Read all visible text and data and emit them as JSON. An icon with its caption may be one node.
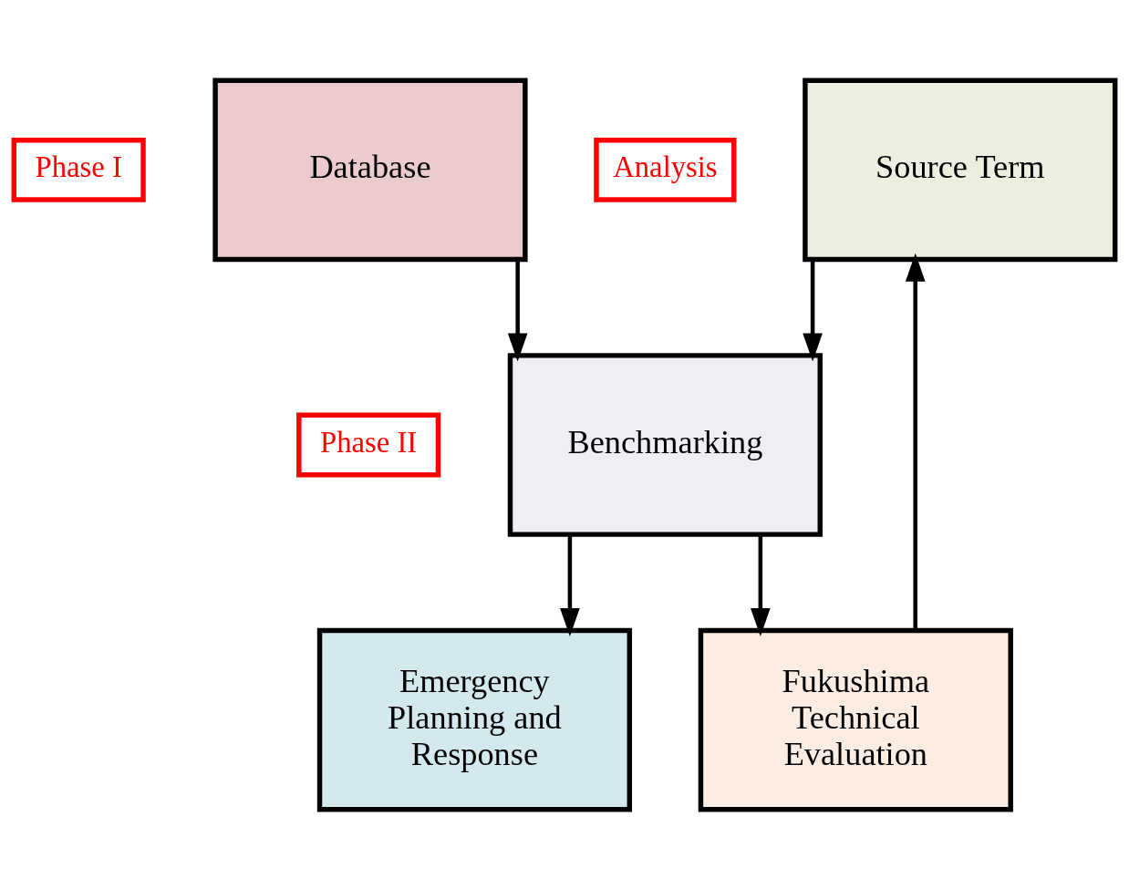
{
  "diagram": {
    "nodes": [
      {
        "text": [
          "Phase I"
        ]
      },
      {
        "text": [
          "Database"
        ]
      },
      {
        "text": [
          "Analysis"
        ]
      },
      {
        "text": [
          "Source Term"
        ]
      },
      {
        "text": [
          "Phase II"
        ]
      },
      {
        "text": [
          "Benchmarking"
        ]
      },
      {
        "text": [
          "Emergency Planning and Response"
        ]
      },
      {
        "text": [
          "Fukushima Technical Evaluation"
        ]
      }
    ],
    "edges": [
      {
        "from": 1,
        "to": 5,
        "arrow": "to"
      },
      {
        "from": 3,
        "to": 5,
        "arrow": "to"
      },
      {
        "from": 5,
        "to": 6,
        "arrow": "to"
      },
      {
        "from": 5,
        "to": 7,
        "arrow": "to"
      },
      {
        "from": 7,
        "to": 3,
        "arrow": "to"
      }
    ]
  }
}
